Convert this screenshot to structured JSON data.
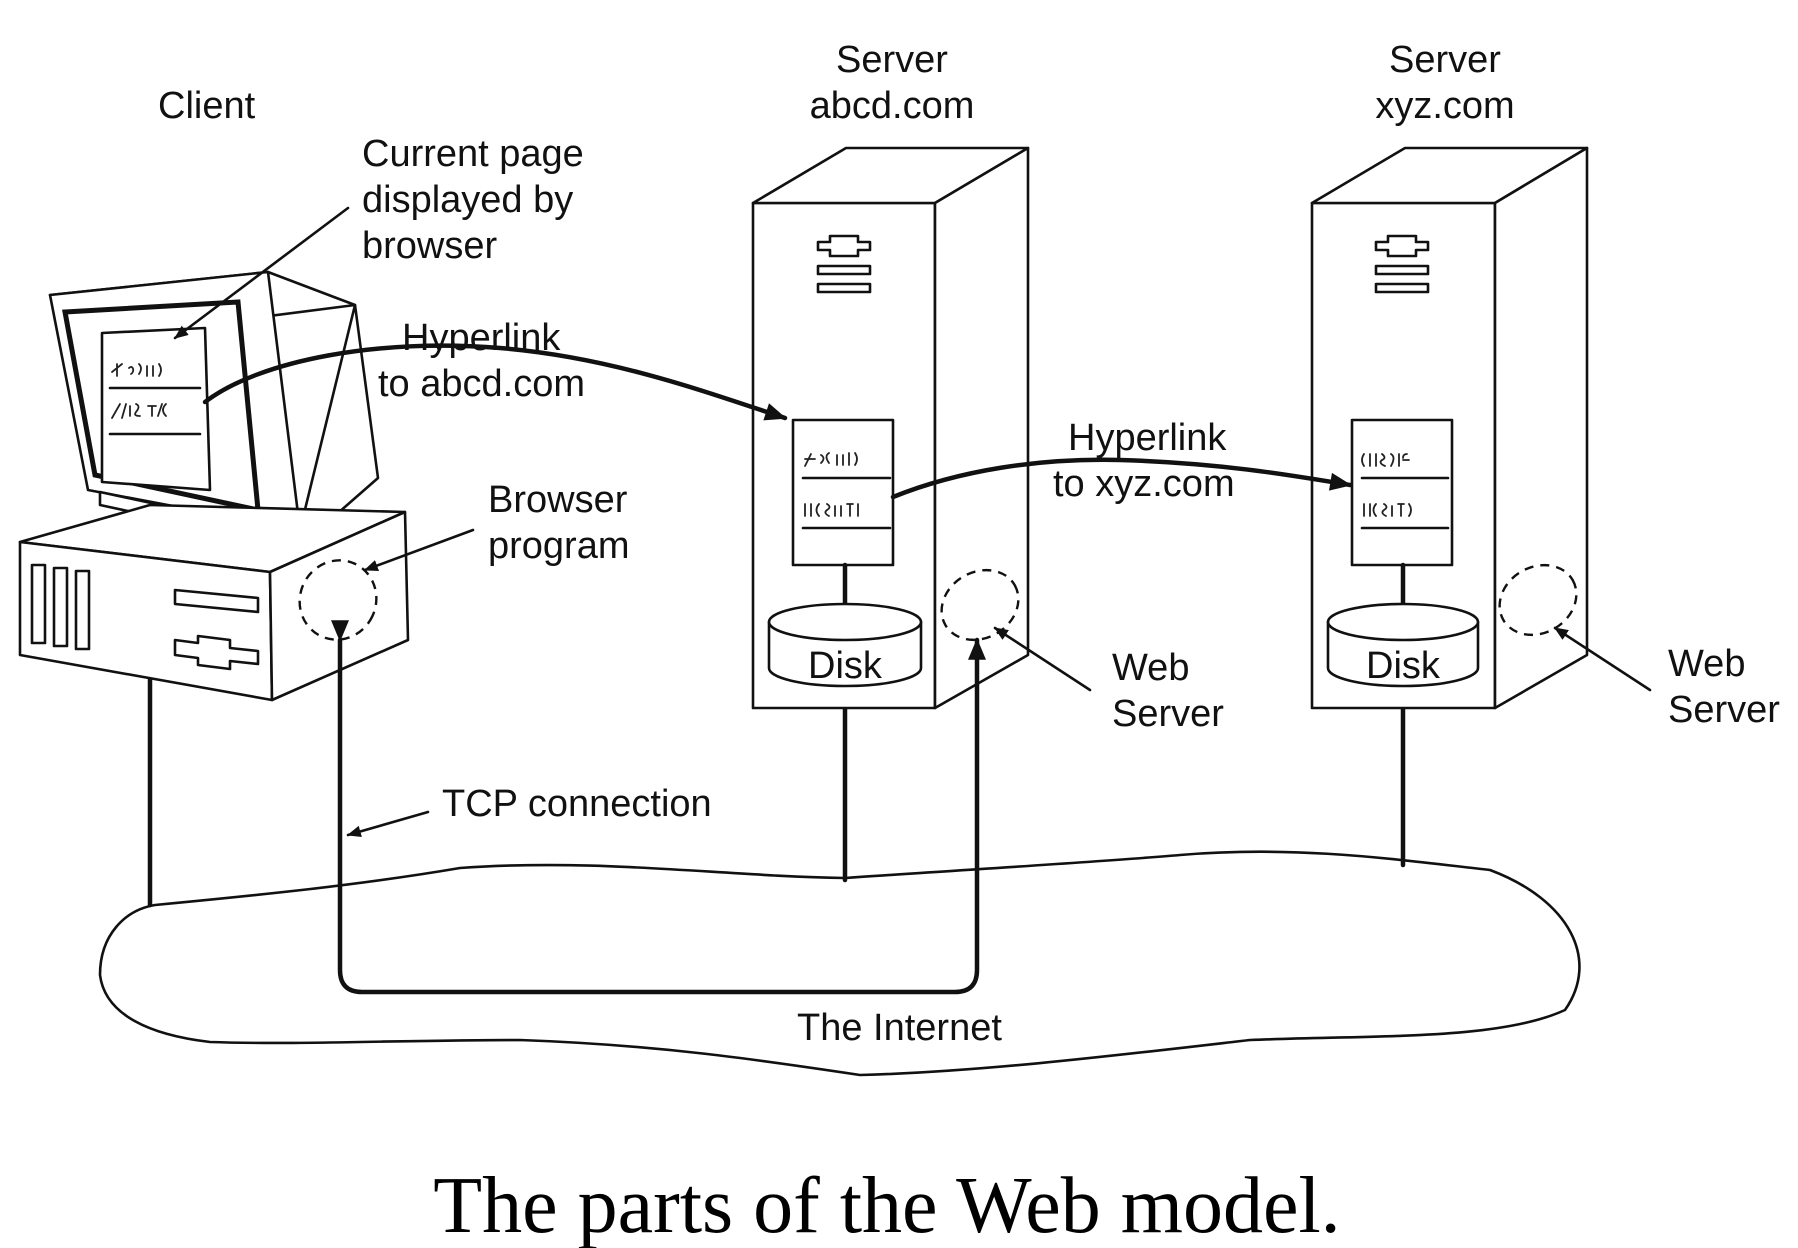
{
  "labels": {
    "client": "Client",
    "current_page_line1": "Current page",
    "current_page_line2": "displayed by",
    "current_page_line3": "browser",
    "hyperlink_abcd_line1": "Hyperlink",
    "hyperlink_abcd_line2": "to abcd.com",
    "server_abcd_line1": "Server",
    "server_abcd_line2": "abcd.com",
    "server_xyz_line1": "Server",
    "server_xyz_line2": "xyz.com",
    "hyperlink_xyz_line1": "Hyperlink",
    "hyperlink_xyz_line2": "to xyz.com",
    "browser_program_line1": "Browser",
    "browser_program_line2": "program",
    "disk_abcd": "Disk",
    "disk_xyz": "Disk",
    "web_server_abcd_line1": "Web",
    "web_server_abcd_line2": "Server",
    "web_server_xyz_line1": "Web",
    "web_server_xyz_line2": "Server",
    "tcp_connection": "TCP connection",
    "the_internet": "The Internet"
  },
  "caption": "The parts of the Web model."
}
